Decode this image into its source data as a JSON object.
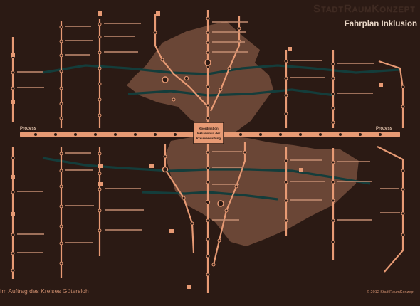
{
  "brand": {
    "part1": "Stadt",
    "part2": "Raum",
    "part3": "Konzept"
  },
  "title": "Fahrplan Inklusion",
  "hub": {
    "lines": [
      "Koordination",
      "Inklusion in der",
      "Kreisverwaltung"
    ]
  },
  "process_left": "Prozess",
  "process_right": "Prozess",
  "footer_left": "Im Auftrag des Kreises Gütersloh",
  "footer_right": "© 2012 StadtRaumKonzept",
  "colors": {
    "background": "#2b1a14",
    "region": "#6a4636",
    "line_main": "#e79a74",
    "line_dark": "#143d3b"
  }
}
